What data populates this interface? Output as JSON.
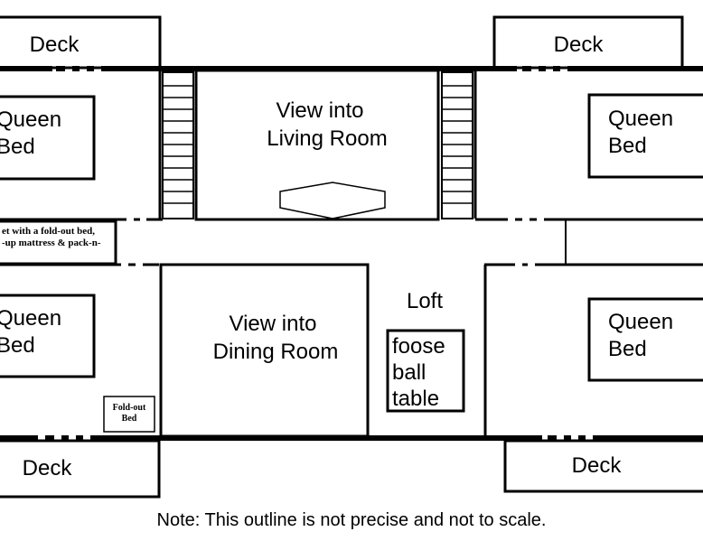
{
  "labels": {
    "deck_top_left": "Deck",
    "deck_top_right": "Deck",
    "deck_bottom_left": "Deck",
    "deck_bottom_right": "Deck",
    "queen_bed_tl_line1": "Queen",
    "queen_bed_tl_line2": "Bed",
    "queen_bed_tr_line1": "Queen",
    "queen_bed_tr_line2": "Bed",
    "queen_bed_bl_line1": "Queen",
    "queen_bed_bl_line2": "Bed",
    "queen_bed_br_line1": "Queen",
    "queen_bed_br_line2": "Bed",
    "living_room_line1": "View into",
    "living_room_line2": "Living Room",
    "dining_room_line1": "View into",
    "dining_room_line2": "Dining Room",
    "loft": "Loft",
    "foosball_line1": "foose",
    "foosball_line2": "ball",
    "foosball_line3": "table",
    "closet_line1": "et with a fold-out bed,",
    "closet_line2": "-up mattress & pack-n-",
    "foldout_line1": "Fold-out",
    "foldout_line2": "Bed",
    "note": "Note: This outline is not precise and not to scale."
  }
}
